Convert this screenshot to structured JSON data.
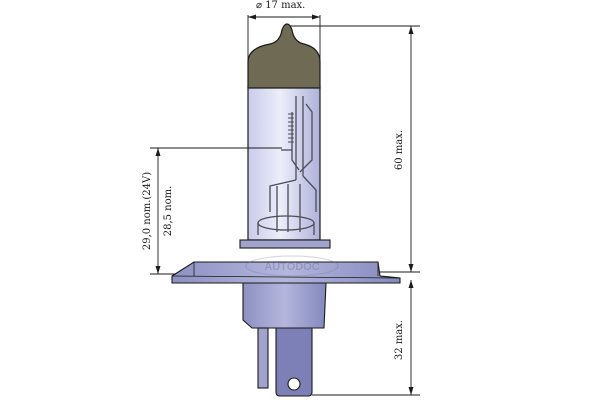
{
  "dimensions": {
    "diameter_max": "⌀ 17 max.",
    "height_max": "60 max.",
    "nominal_24v": "29,0 nom.(24V)",
    "nominal": "28,5 nom.",
    "base_max": "32 max."
  },
  "watermark": "AUTODOC",
  "colors": {
    "glass": "#dfe1f4",
    "glass_shadow": "#a9acd6",
    "cap": "#6e6a54",
    "base": "#a1a3cc",
    "base_dark": "#7c80b6",
    "line": "#1b1b1b"
  }
}
